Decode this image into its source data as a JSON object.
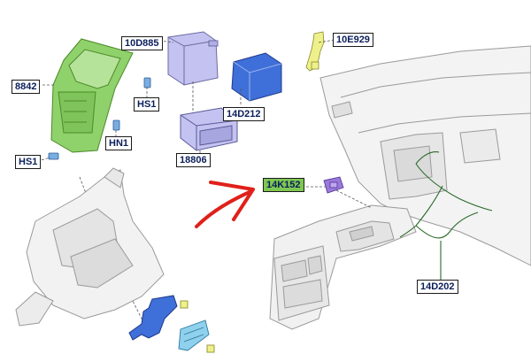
{
  "labels": {
    "l_10d885": "10D885",
    "l_10e929": "10E929",
    "l_8842": "8842",
    "l_hs1_top": "HS1",
    "l_14d212": "14D212",
    "l_hn1": "HN1",
    "l_hs1_left": "HS1",
    "l_18806": "18806",
    "l_14k152": "14K152",
    "l_14d202": "14D202"
  },
  "colors": {
    "highlight_label": "#7ec852",
    "label_text": "#0a1e5a",
    "arrow": "#e0201a",
    "bezel_part": "#8fd16a",
    "blue_module": "#3f6fd8",
    "purple_module": "#c4c2f0",
    "violet_connector": "#9a7ad8",
    "yellow_tag": "#eef08a",
    "cyan_part": "#8fd0ec"
  }
}
